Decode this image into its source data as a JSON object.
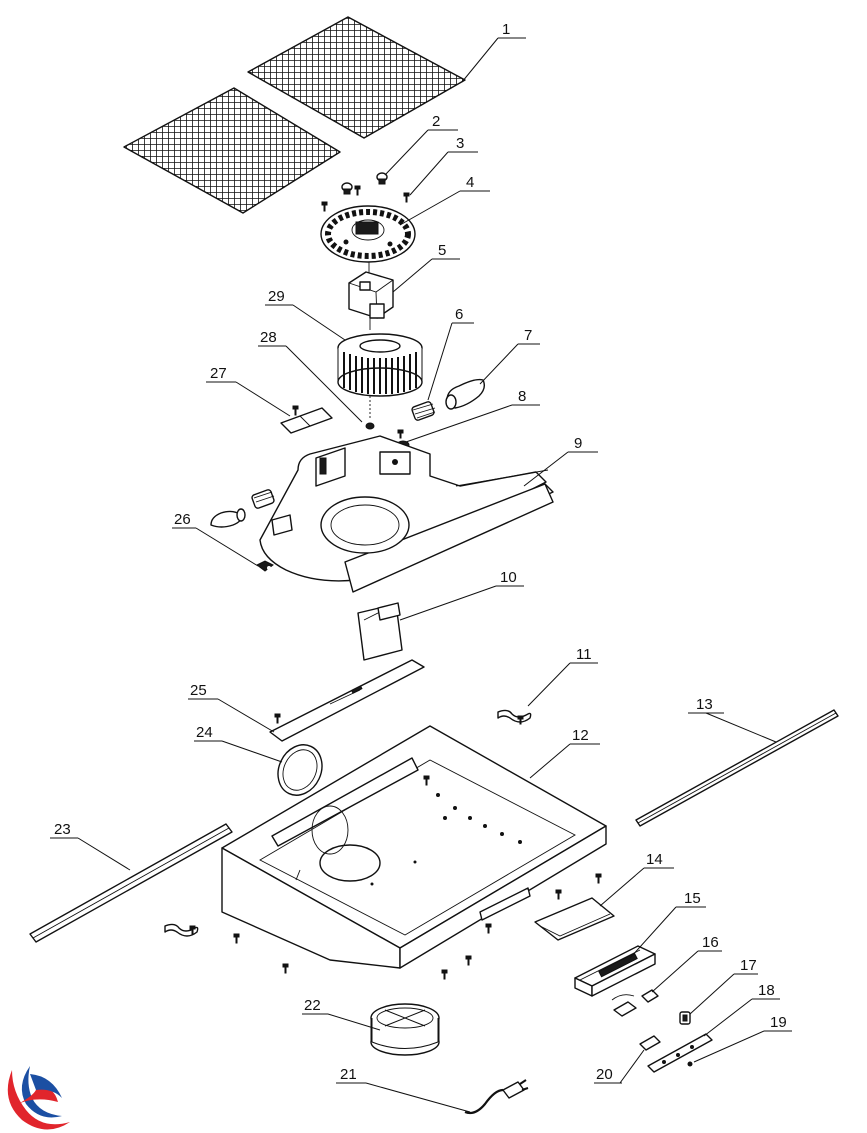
{
  "labels": [
    "1",
    "2",
    "3",
    "4",
    "5",
    "6",
    "7",
    "8",
    "9",
    "10",
    "11",
    "12",
    "13",
    "14",
    "15",
    "16",
    "17",
    "18",
    "19",
    "20",
    "21",
    "22",
    "23",
    "24",
    "25",
    "26",
    "27",
    "28",
    "29"
  ],
  "colors": {
    "line": "#111111",
    "background": "#ffffff",
    "logo_red": "#e1252c",
    "logo_blue": "#1b4fa3"
  },
  "icons": [
    "brand-logo"
  ]
}
